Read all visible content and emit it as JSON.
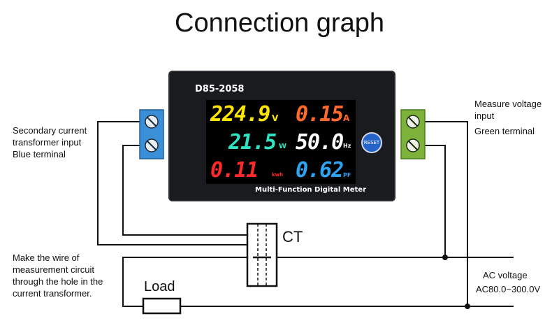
{
  "title": "Connection graph",
  "meter": {
    "model": "D85-2058",
    "voltage": {
      "value": "224.9",
      "unit": "V",
      "color": "#ffe600"
    },
    "current": {
      "value": "0.15",
      "unit": "A",
      "color": "#ff6a2a"
    },
    "power": {
      "value": "21.5",
      "unit": "W",
      "color": "#2fe3c2"
    },
    "frequency": {
      "value": "50.0",
      "unit": "Hz",
      "color": "#ffffff"
    },
    "energy": {
      "value": "0.11",
      "unit": "kwh",
      "color": "#ff2a2a"
    },
    "power_factor": {
      "value": "0.62",
      "unit": "PF",
      "color": "#2ea3f2"
    },
    "reset_label": "RESET",
    "caption": "Multi-Function Digital Meter"
  },
  "labels": {
    "secondary_ct": [
      "Secondary current",
      "transformer input",
      "Blue terminal"
    ],
    "measure_voltage": [
      "Measure voltage",
      "input",
      "Green terminal"
    ],
    "ct": "CT",
    "wire_note": [
      "Make the wire of",
      "measurement circuit",
      "through the hole in the",
      "current transformer."
    ],
    "load": "Load",
    "ac_voltage": "AC voltage",
    "ac_range": "AC80.0~300.0V"
  },
  "colors": {
    "blue_terminal": "#3a8fd6",
    "green_terminal": "#7db23a"
  }
}
